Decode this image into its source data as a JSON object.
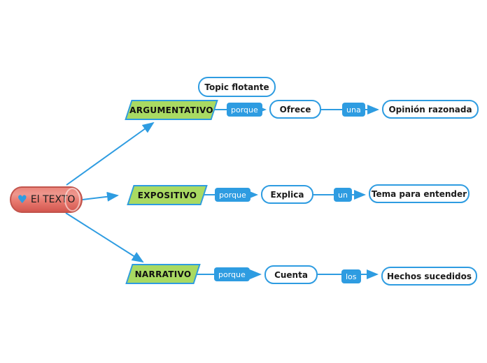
{
  "diagram": {
    "floating_topic": {
      "label": "Topic flotante"
    },
    "center": {
      "label": "El TEXTO",
      "icon": "heart"
    },
    "branches": [
      {
        "topic": "ARGUMENTATIVO",
        "relation": "porque",
        "action": "Ofrece",
        "article": "una",
        "result": "Opinión razonada"
      },
      {
        "topic": "EXPOSITIVO",
        "relation": "porque",
        "action": "Explica",
        "article": "un",
        "result": "Tema para entender"
      },
      {
        "topic": "NARRATIVO",
        "relation": "porque",
        "action": "Cuenta",
        "article": "los",
        "result": "Hechos sucedidos"
      }
    ],
    "colors": {
      "accent_blue": "#2E9CE1",
      "branch_green": "#A9DA62",
      "center_red": "#E97B71",
      "center_red_border": "#C2544C"
    }
  }
}
